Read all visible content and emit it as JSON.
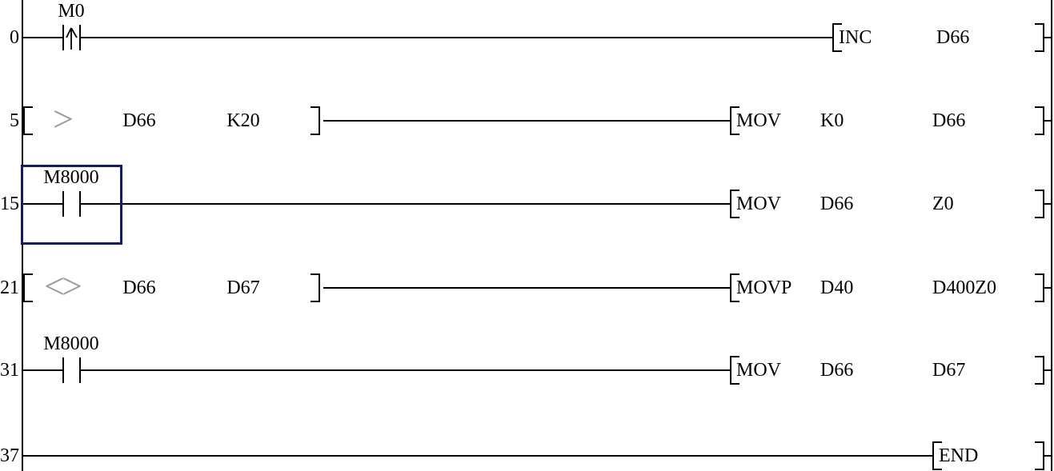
{
  "app": {
    "view": "plc-ladder-diagram"
  },
  "colors": {
    "line": "#000000",
    "background": "#ffffff",
    "selection_box": "#101d69",
    "comparison_symbol": "#9b9b9b"
  },
  "rungs": [
    {
      "step": "0",
      "contact": {
        "label": "M0",
        "type": "rising-edge-pulse"
      },
      "instruction": {
        "mnemonic": "INC",
        "operands": [
          "D66"
        ]
      }
    },
    {
      "step": "5",
      "comparison": {
        "operator": ">",
        "operands": [
          "D66",
          "K20"
        ]
      },
      "instruction": {
        "mnemonic": "MOV",
        "operands": [
          "K0",
          "D66"
        ]
      }
    },
    {
      "step": "15",
      "contact": {
        "label": "M8000",
        "type": "normally-open",
        "selected": true
      },
      "instruction": {
        "mnemonic": "MOV",
        "operands": [
          "D66",
          "Z0"
        ]
      }
    },
    {
      "step": "21",
      "comparison": {
        "operator": "<>",
        "operands": [
          "D66",
          "D67"
        ]
      },
      "instruction": {
        "mnemonic": "MOVP",
        "operands": [
          "D40",
          "D400Z0"
        ]
      }
    },
    {
      "step": "31",
      "contact": {
        "label": "M8000",
        "type": "normally-open"
      },
      "instruction": {
        "mnemonic": "MOV",
        "operands": [
          "D66",
          "D67"
        ]
      }
    },
    {
      "step": "37",
      "instruction": {
        "mnemonic": "END",
        "operands": []
      }
    }
  ]
}
